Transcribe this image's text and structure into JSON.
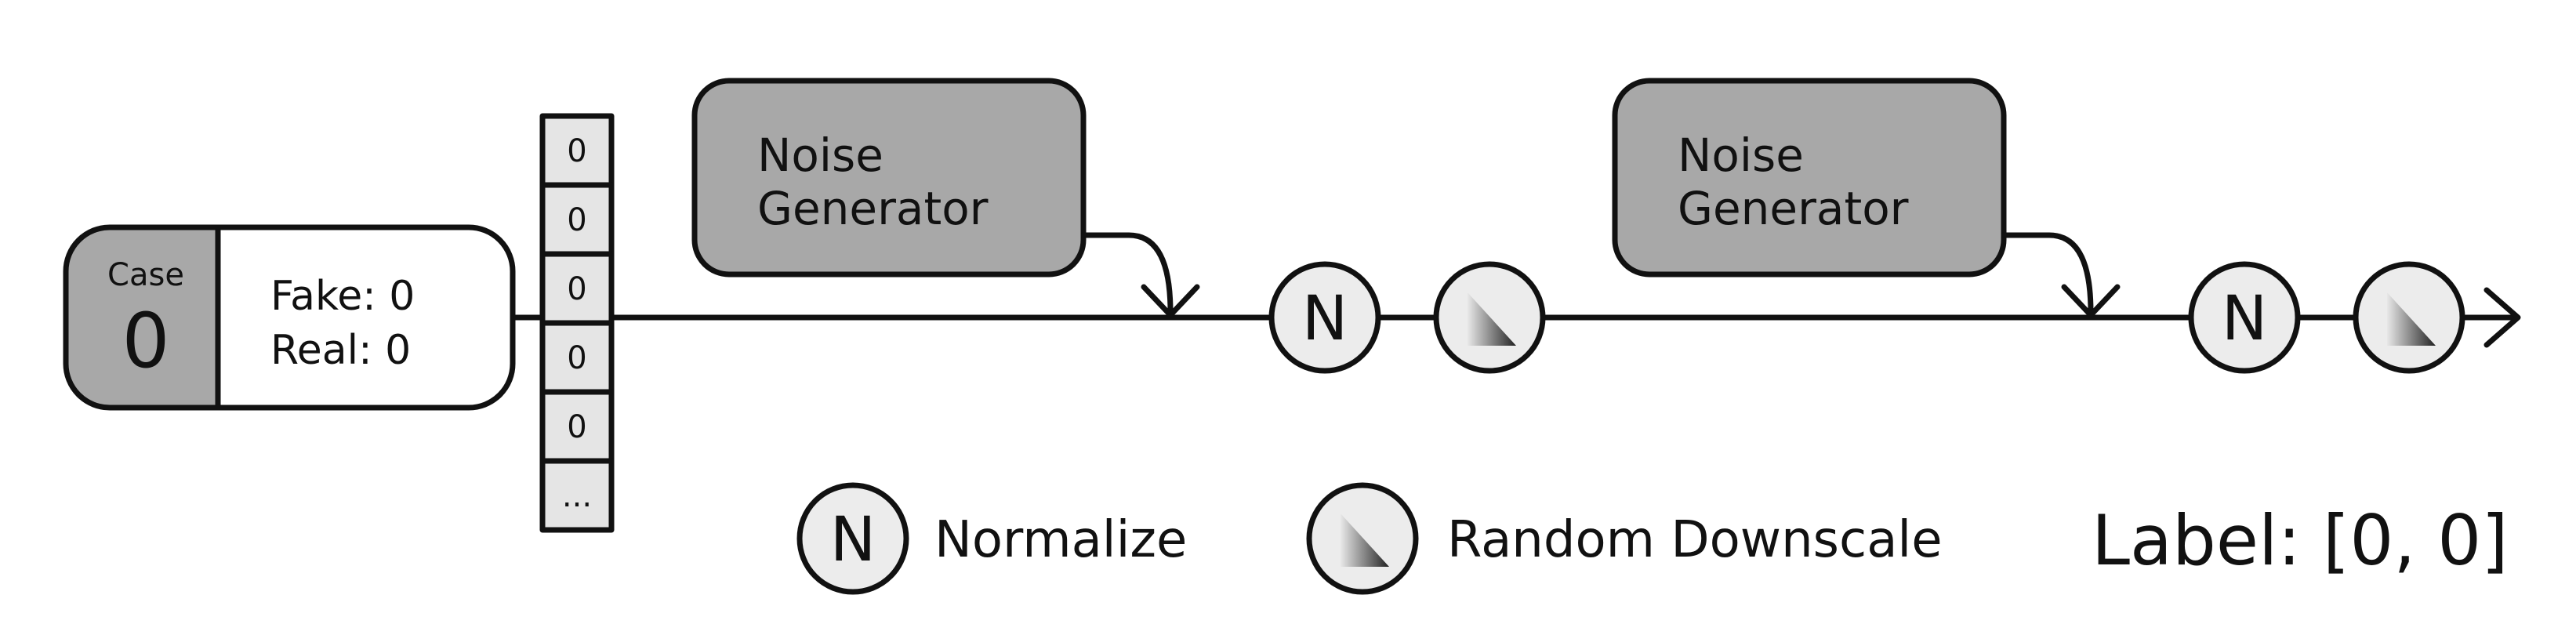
{
  "case_box": {
    "case_label": "Case",
    "case_number": "0",
    "fake_text": "Fake: 0",
    "real_text": "Real: 0"
  },
  "vector": {
    "cells": [
      "0",
      "0",
      "0",
      "0",
      "0",
      "..."
    ]
  },
  "noise_generator": {
    "line1": "Noise",
    "line2": "Generator"
  },
  "normalize_symbol": "N",
  "legend": {
    "normalize_label": "Normalize",
    "downscale_label": "Random Downscale"
  },
  "label_text": "Label: [0, 0]",
  "colors": {
    "stroke": "#111111",
    "box_fill": "#a8a8a8",
    "cell_fill": "#e5e5e5",
    "circle_fill": "#ececec",
    "downscale_gradient_dark": "#222222",
    "downscale_gradient_light": "#e8e8e8"
  },
  "icons": {
    "normalize": "normalize-icon",
    "downscale": "random-downscale-icon",
    "arrow": "arrow-right-icon"
  }
}
